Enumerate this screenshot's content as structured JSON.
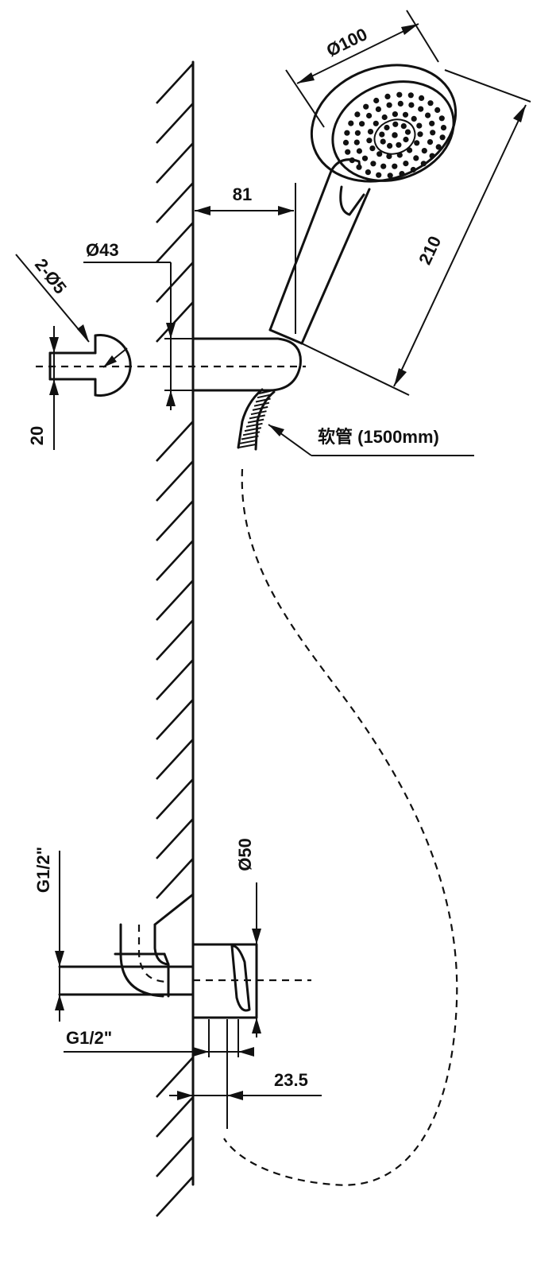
{
  "dimensions": {
    "head_diameter": "Ø100",
    "head_length": "210",
    "holder_projection": "81",
    "holder_diameter": "Ø43",
    "screw_holes": "2-Ø5",
    "hole_spacing": "20",
    "hose_label": "软管 (1500mm)",
    "outlet_diameter": "Ø50",
    "inlet_thread_vertical": "G1/2\"",
    "inlet_thread_horizontal": "G1/2\"",
    "outlet_offset": "23.5"
  },
  "colors": {
    "line": "#111111",
    "background": "#ffffff"
  }
}
